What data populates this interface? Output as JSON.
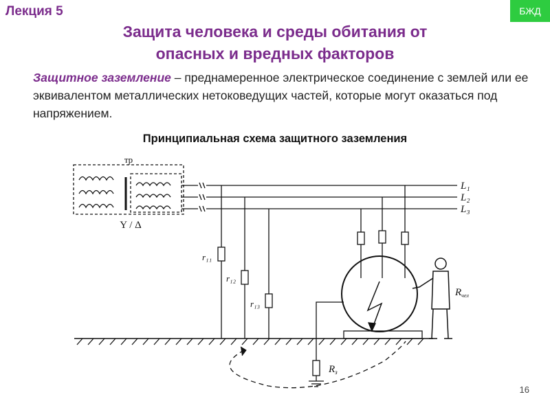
{
  "header": {
    "lecture": "Лекция 5",
    "badge": "БЖД"
  },
  "title_line1": "Защита человека и среды обитания от",
  "title_line2": "опасных и вредных факторов",
  "definition": {
    "term": "Защитное заземление",
    "text": " – преднамеренное электрическое соединение с землей или ее эквивалентом металлических нетоковедущих частей, которые могут оказаться под напряжением."
  },
  "diagram": {
    "subtitle": "Принципиальная схема защитного заземления",
    "transformer_label": "тр",
    "connection_label": "Y / Δ",
    "phases": {
      "l1": "L₁",
      "l2": "L₂",
      "l3": "L₃"
    },
    "r1": "r₁₁",
    "r2": "r₁₂",
    "r3": "r₁₃",
    "rh": "R",
    "rh_sub": "чел",
    "rz": "R",
    "rz_sub": "з"
  },
  "page_number": "16"
}
